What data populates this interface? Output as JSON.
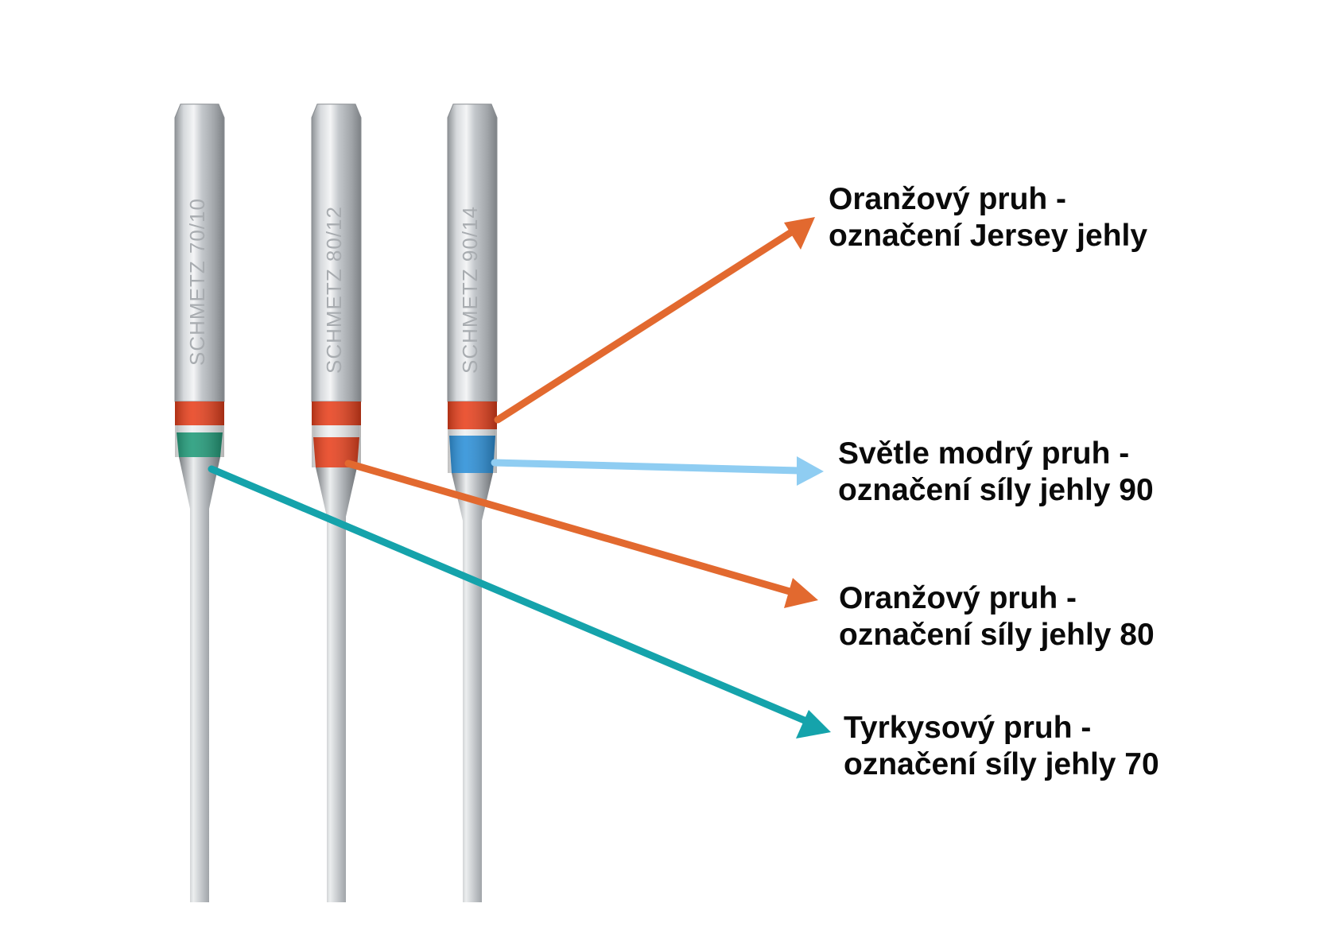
{
  "needles": [
    {
      "id": "needle-70",
      "engraving": "SCHMETZ 70/10",
      "bands": [
        "#e8401c",
        "#1f9a78"
      ]
    },
    {
      "id": "needle-80",
      "engraving": "SCHMETZ 80/12",
      "bands": [
        "#e8401c",
        "#e8401c"
      ]
    },
    {
      "id": "needle-90",
      "engraving": "SCHMETZ 90/14",
      "bands": [
        "#e8401c",
        "#2a8fd8"
      ]
    }
  ],
  "callouts": [
    {
      "id": "jersey",
      "line1": "Oranžový pruh -",
      "line2": "označení Jersey jehly",
      "color": "#e2692f"
    },
    {
      "id": "size-90",
      "line1": "Světle modrý pruh -",
      "line2": "označení síly jehly 90",
      "color": "#8fcdf2"
    },
    {
      "id": "size-80",
      "line1": "Oranžový pruh -",
      "line2": "označení síly jehly 80",
      "color": "#e2692f"
    },
    {
      "id": "size-70",
      "line1": "Tyrkysový pruh -",
      "line2": "označení síly jehly 70",
      "color": "#15a3ab"
    }
  ]
}
